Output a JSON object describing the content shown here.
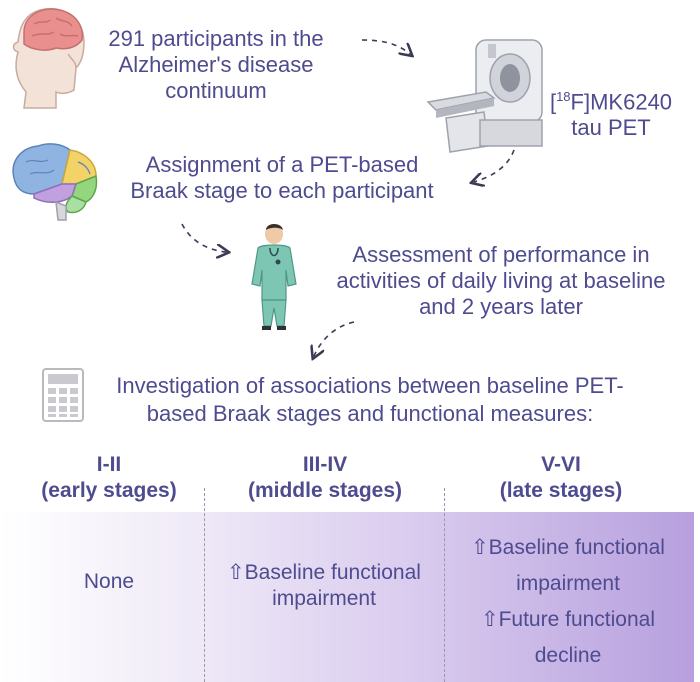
{
  "steps": {
    "participants": "291 participants in the Alzheimer's disease continuum",
    "participants_lines": [
      "291 participants in the",
      "Alzheimer's disease",
      "continuum"
    ],
    "pet_label_prefix": "[",
    "pet_label_sup": "18",
    "pet_label_suffix": "F]MK6240",
    "pet_label_line2": "tau PET",
    "braak_lines": [
      "Assignment of a PET-based",
      "Braak stage to each participant"
    ],
    "adl_lines": [
      "Assessment of performance in",
      "activities of daily living at baseline",
      "and 2 years later"
    ],
    "investigation_lines": [
      "Investigation of associations between baseline PET-",
      "based Braak stages and functional measures:"
    ]
  },
  "stages": [
    {
      "range": "I-II",
      "label": "(early stages)",
      "finding_lines": [
        "None"
      ]
    },
    {
      "range": "III-IV",
      "label": "(middle stages)",
      "finding_lines": [
        "⇧Baseline functional",
        "impairment"
      ]
    },
    {
      "range": "V-VI",
      "label": "(late stages)",
      "finding_lines": [
        "⇧Baseline functional",
        "impairment",
        "⇧Future functional",
        "decline"
      ]
    }
  ],
  "icons": {
    "head": "head-brain-icon",
    "scanner": "pet-scanner-icon",
    "brain": "brain-regions-icon",
    "clinician": "clinician-icon",
    "calculator": "calculator-icon"
  },
  "colors": {
    "text": "#4e4b8f",
    "band_start": "#ffffff",
    "band_end": "#b7a0de",
    "arrow": "#3a3a55"
  }
}
